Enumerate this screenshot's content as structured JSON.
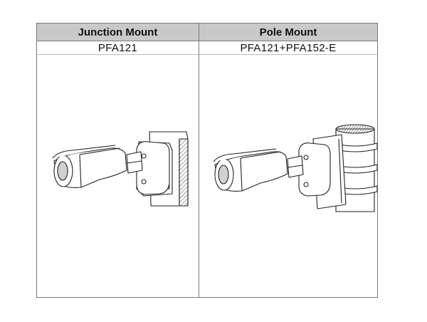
{
  "table": {
    "columns": [
      {
        "header": "Junction Mount",
        "model": "PFA121",
        "illustration_icon": "bullet-camera-junction-box-wall-mount-icon"
      },
      {
        "header": "Pole Mount",
        "model": "PFA121+PFA152-E",
        "illustration_icon": "bullet-camera-pole-mount-icon"
      }
    ]
  }
}
